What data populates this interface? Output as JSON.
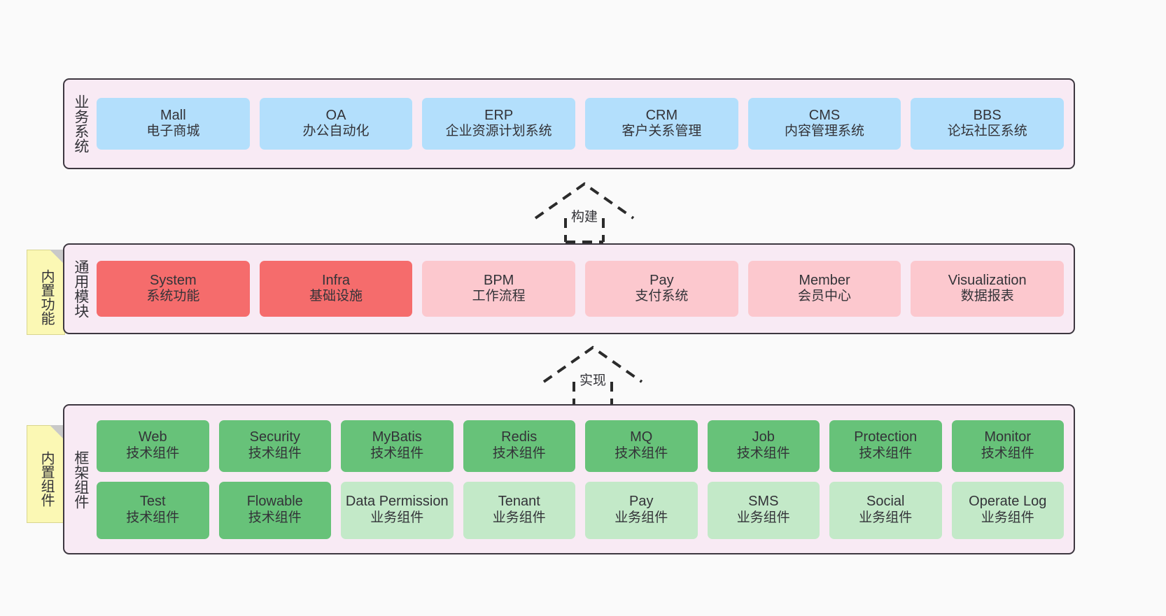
{
  "diagram": {
    "background": "#fafafa",
    "layer_bg": "#f8eaf4",
    "border_color": "#3d3740",
    "colors": {
      "business": "#b3dffc",
      "module_core": "#f56c6c",
      "module_plain": "#fcc8ce",
      "tech_component": "#67c279",
      "biz_component": "#c3e9c8",
      "sticky": "#fbf8b4"
    }
  },
  "layers": [
    {
      "id": "business-system",
      "caption": "业务系统",
      "rows": [
        {
          "boxes": [
            {
              "title": "Mall",
              "subtitle": "电子商城",
              "color": "blue"
            },
            {
              "title": "OA",
              "subtitle": "办公自动化",
              "color": "blue"
            },
            {
              "title": "ERP",
              "subtitle": "企业资源计划系统",
              "color": "blue"
            },
            {
              "title": "CRM",
              "subtitle": "客户关系管理",
              "color": "blue"
            },
            {
              "title": "CMS",
              "subtitle": "内容管理系统",
              "color": "blue"
            },
            {
              "title": "BBS",
              "subtitle": "论坛社区系统",
              "color": "blue"
            }
          ]
        }
      ]
    },
    {
      "id": "common-module",
      "caption": "通用模块",
      "sticky": "内置功能",
      "rows": [
        {
          "boxes": [
            {
              "title": "System",
              "subtitle": "系统功能",
              "color": "red"
            },
            {
              "title": "Infra",
              "subtitle": "基础设施",
              "color": "red"
            },
            {
              "title": "BPM",
              "subtitle": "工作流程",
              "color": "pink"
            },
            {
              "title": "Pay",
              "subtitle": "支付系统",
              "color": "pink"
            },
            {
              "title": "Member",
              "subtitle": "会员中心",
              "color": "pink"
            },
            {
              "title": "Visualization",
              "subtitle": "数据报表",
              "color": "pink"
            }
          ]
        }
      ]
    },
    {
      "id": "framework-component",
      "caption": "框架组件",
      "sticky": "内置组件",
      "rows": [
        {
          "boxes": [
            {
              "title": "Web",
              "subtitle": "技术组件",
              "color": "green"
            },
            {
              "title": "Security",
              "subtitle": "技术组件",
              "color": "green"
            },
            {
              "title": "MyBatis",
              "subtitle": "技术组件",
              "color": "green"
            },
            {
              "title": "Redis",
              "subtitle": "技术组件",
              "color": "green"
            },
            {
              "title": "MQ",
              "subtitle": "技术组件",
              "color": "green"
            },
            {
              "title": "Job",
              "subtitle": "技术组件",
              "color": "green"
            },
            {
              "title": "Protection",
              "subtitle": "技术组件",
              "color": "green"
            },
            {
              "title": "Monitor",
              "subtitle": "技术组件",
              "color": "green"
            }
          ]
        },
        {
          "boxes": [
            {
              "title": "Test",
              "subtitle": "技术组件",
              "color": "green"
            },
            {
              "title": "Flowable",
              "subtitle": "技术组件",
              "color": "green"
            },
            {
              "title": "Data Permission",
              "subtitle": "业务组件",
              "color": "mint"
            },
            {
              "title": "Tenant",
              "subtitle": "业务组件",
              "color": "mint"
            },
            {
              "title": "Pay",
              "subtitle": "业务组件",
              "color": "mint"
            },
            {
              "title": "SMS",
              "subtitle": "业务组件",
              "color": "mint"
            },
            {
              "title": "Social",
              "subtitle": "业务组件",
              "color": "mint"
            },
            {
              "title": "Operate Log",
              "subtitle": "业务组件",
              "color": "mint"
            }
          ]
        }
      ]
    }
  ],
  "connectors": [
    {
      "id": "build",
      "label": "构建",
      "style": "dashed-hollow-arrow-up"
    },
    {
      "id": "implement",
      "label": "实现",
      "style": "dashed-hollow-arrow-up"
    }
  ]
}
